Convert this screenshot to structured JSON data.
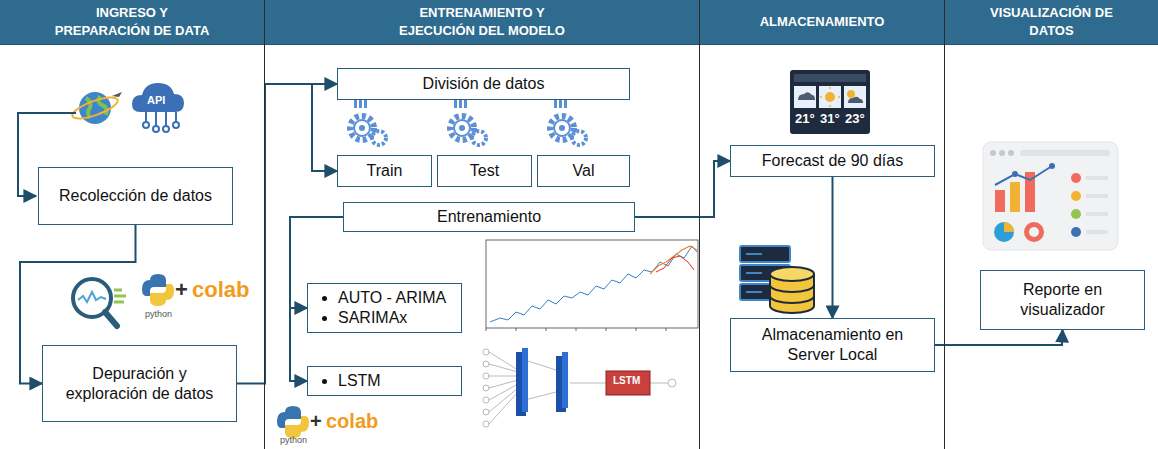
{
  "diagram": {
    "nodes": [
      {
        "text": [
          "INGRESO Y PREPARACIÓN DE DATA"
        ]
      },
      {
        "text": [
          "Recolección de datos"
        ],
        "in": 0
      },
      {
        "text": [
          "Depuración y exploración de datos"
        ],
        "in": 0
      },
      {
        "text": [
          "ENTRENAMIENTO Y EJECUCIÓN DEL MODELO"
        ]
      },
      {
        "text": [
          "División de datos"
        ],
        "in": 3
      },
      {
        "text": [
          "Train"
        ],
        "in": 3
      },
      {
        "text": [
          "Test"
        ],
        "in": 3
      },
      {
        "text": [
          "Val"
        ],
        "in": 3
      },
      {
        "text": [
          "Entrenamiento"
        ],
        "in": 3
      },
      {
        "text": [
          "AUTO - ARIMA",
          "SARIMAx"
        ],
        "in": 3
      },
      {
        "text": [
          "LSTM"
        ],
        "in": 3
      },
      {
        "text": [
          "ALMACENAMIENTO"
        ]
      },
      {
        "text": [
          "Forecast de 90 días"
        ],
        "in": 11
      },
      {
        "text": [
          "Almacenamiento en Server Local"
        ],
        "in": 11
      },
      {
        "text": [
          "VISUALIZACIÓN DE DATOS"
        ]
      },
      {
        "text": [
          "Reporte en visualizador"
        ],
        "in": 14
      }
    ],
    "edges": [
      {
        "from": 1,
        "to": 2,
        "arrow": "to"
      },
      {
        "from": 2,
        "to": 4,
        "arrow": "to"
      },
      {
        "from": 4,
        "to": 5,
        "arrow": "to"
      },
      {
        "from": 8,
        "to": 9,
        "arrow": "to"
      },
      {
        "from": 8,
        "to": 10,
        "arrow": "to"
      },
      {
        "from": 8,
        "to": 12,
        "arrow": "to"
      },
      {
        "from": 12,
        "to": 13,
        "arrow": "to"
      },
      {
        "from": 13,
        "to": 15,
        "arrow": "to"
      }
    ],
    "labels": [
      "API",
      "python",
      "+",
      "colab",
      "python",
      "+",
      "colab",
      "21°",
      "31°",
      "23°",
      "LSTM"
    ]
  }
}
